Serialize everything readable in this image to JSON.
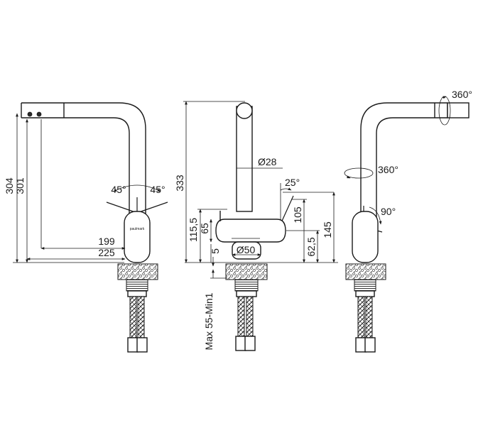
{
  "left_view": {
    "dim_height_outer": "304",
    "dim_height_inner": "301",
    "dim_reach_inner": "199",
    "dim_reach_outer": "225",
    "lever_angle_left": "45°",
    "lever_angle_right": "45°",
    "brand": "paulmark"
  },
  "front_view": {
    "dim_total_height": "333",
    "dim_spout_diameter": "Ø28",
    "dim_lever_angle": "25°",
    "dim_body_left": "115,5",
    "dim_body_mid": "65",
    "dim_base": "5",
    "dim_base_diameter": "Ø50",
    "dim_lever_height": "105",
    "dim_lever_base": "62,5",
    "dim_total_right": "145",
    "dim_countertop": "Max 55-Min1"
  },
  "right_view": {
    "rotation_head": "360°",
    "rotation_spout": "360°",
    "lever_rotation": "90°"
  },
  "colors": {
    "line": "#1a1a1a",
    "hatch": "#2a2a2a",
    "background": "#ffffff"
  }
}
